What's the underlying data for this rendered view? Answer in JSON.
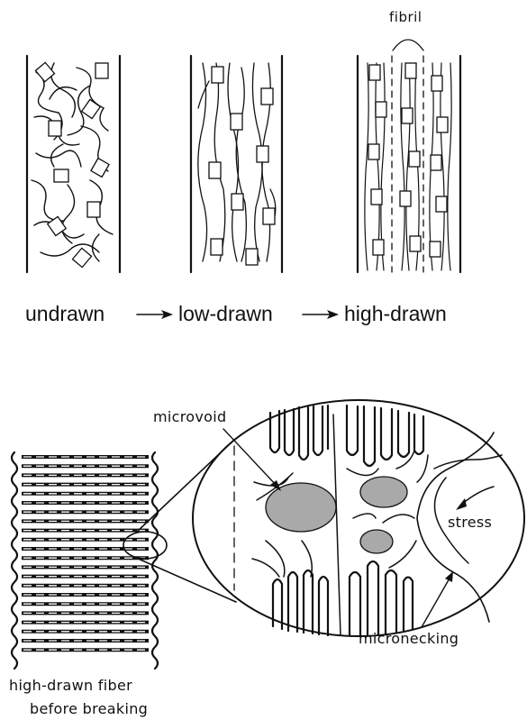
{
  "top": {
    "fibril_label": "fibril",
    "stages": [
      "undrawn",
      "low-drawn",
      "high-drawn"
    ]
  },
  "bottom": {
    "fiber_caption_line1": "high-drawn fiber",
    "fiber_caption_line2": "before breaking",
    "microvoid_label": "microvoid",
    "stress_label": "stress",
    "micronecking_label": "micronecking"
  },
  "colors": {
    "ink": "#111111",
    "void_fill": "#a9a9a9"
  }
}
